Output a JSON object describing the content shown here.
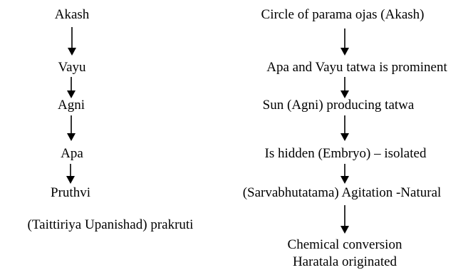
{
  "left_column": {
    "nodes": [
      {
        "label": "Akash"
      },
      {
        "label": "Vayu"
      },
      {
        "label": "Agni"
      },
      {
        "label": "Apa"
      },
      {
        "label": "Pruthvi"
      }
    ],
    "footnote": "(Taittiriya Upanishad) prakruti"
  },
  "right_column": {
    "nodes": [
      {
        "label": "Circle of parama ojas (Akash)"
      },
      {
        "label": "Apa and Vayu tatwa is prominent"
      },
      {
        "label": "Sun (Agni) producing tatwa"
      },
      {
        "label": "Is hidden (Embryo) – isolated"
      },
      {
        "label": "(Sarvabhutatama) Agitation -Natural"
      },
      {
        "label": "Chemical conversion"
      },
      {
        "label": "Haratala originated"
      }
    ]
  },
  "colors": {
    "text": "#000000",
    "arrow": "#000000",
    "background": "#ffffff"
  }
}
